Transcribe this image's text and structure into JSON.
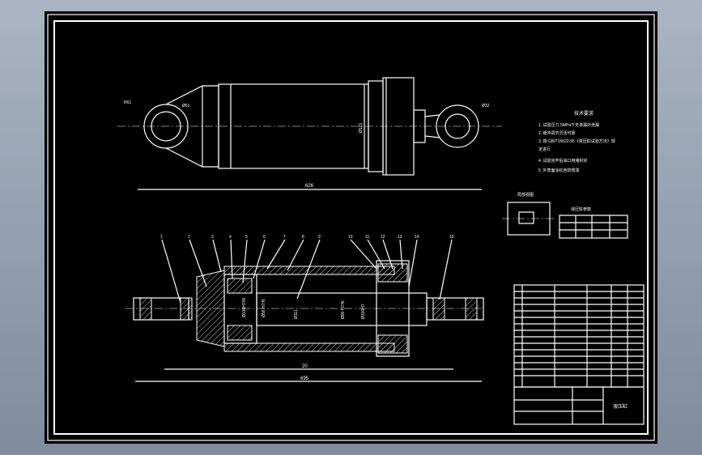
{
  "drawing": {
    "dimensions": {
      "overall_length_top": "626",
      "overall_length_bottom": "695",
      "stroke": "20",
      "cylinder_dia": "Ø121",
      "eye_r1": "R61",
      "eye_d1": "Ø51",
      "rod_eye_d": "Ø32",
      "dim_a": "Ø130H7/f6",
      "dim_b": "Ø56 H7/f6",
      "dim_c": "Ø90 H7/f6",
      "dim_d": "Ø100H7",
      "dim_e": "Ø111"
    },
    "balloons": [
      "1",
      "2",
      "3",
      "4",
      "5",
      "6",
      "7",
      "8",
      "9",
      "10",
      "11",
      "12",
      "13",
      "14",
      "15"
    ],
    "tech_requirements": {
      "title": "技术要求",
      "lines": [
        "1. 试验压力 5MPa下无渗漏外泄漏",
        "2. 缓冲调节灵活可靠",
        "3. 按 GB/T15622-95《液压缸试验方法》规",
        "定进行",
        "4. 试验完毕后油口用堵封好",
        "5. 外表面涂红色防锈漆"
      ]
    },
    "detail_label": "局部视图",
    "table_title": "液压缸参数",
    "title_block": {
      "drawing_name": "液压缸"
    }
  }
}
